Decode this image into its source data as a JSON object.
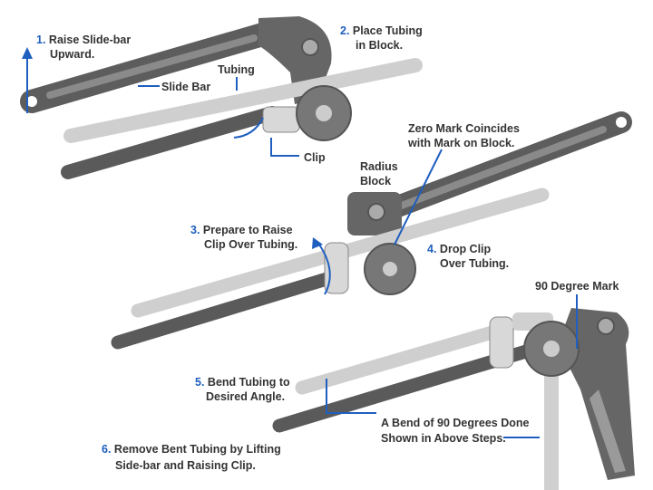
{
  "title": "Tube bender operating steps",
  "colors": {
    "accent": "#1f5fbf",
    "metal_dark": "#5d5d5d",
    "tubing": "#cfcfcf",
    "text": "#333333"
  },
  "labels": {
    "step1": {
      "num": "1.",
      "line1": "Raise Slide-bar",
      "line2": "Upward."
    },
    "step2": {
      "num": "2.",
      "line1": "Place Tubing",
      "line2": "in Block."
    },
    "tubing": "Tubing",
    "slide_bar": "Slide Bar",
    "clip": "Clip",
    "radius_block": {
      "line1": "Radius",
      "line2": "Block"
    },
    "zero_mark": {
      "line1": "Zero Mark Coincides",
      "line2": "with Mark on Block."
    },
    "step3": {
      "num": "3.",
      "line1": "Prepare to Raise",
      "line2": "Clip Over Tubing."
    },
    "step4": {
      "num": "4.",
      "line1": "Drop Clip",
      "line2": "Over Tubing."
    },
    "degree_mark": "90 Degree Mark",
    "step5": {
      "num": "5.",
      "line1": "Bend Tubing to",
      "line2": "Desired Angle."
    },
    "bend_note": {
      "line1": "A Bend of 90 Degrees Done",
      "line2": "Shown in Above Steps."
    },
    "step6": {
      "num": "6.",
      "line1": "Remove Bent Tubing by Lifting",
      "line2": "Side-bar and Raising Clip."
    }
  }
}
